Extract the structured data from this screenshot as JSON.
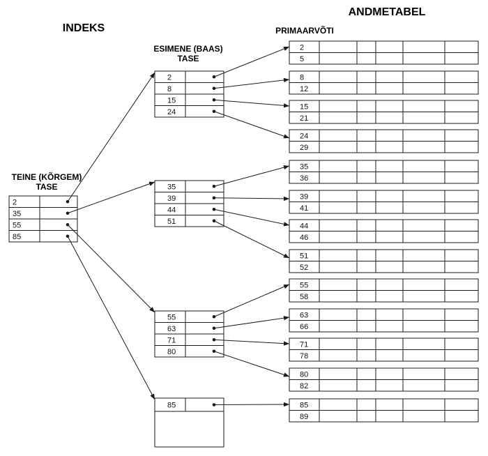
{
  "titles": {
    "index": "INDEKS",
    "table": "ANDMETABEL",
    "primary_key": "PRIMAARVÕTI",
    "base_level": [
      "ESIMENE (BAAS)",
      "TASE"
    ],
    "high_level": [
      "TEINE (KÕRGEM)",
      "TASE"
    ]
  },
  "high_level_keys": [
    "2",
    "35",
    "55",
    "85"
  ],
  "base_level_blocks": [
    [
      "2",
      "8",
      "15",
      "24"
    ],
    [
      "35",
      "39",
      "44",
      "51"
    ],
    [
      "55",
      "63",
      "71",
      "80"
    ],
    [
      "85"
    ]
  ],
  "data_table_keys": [
    [
      "2",
      "5"
    ],
    [
      "8",
      "12"
    ],
    [
      "15",
      "21"
    ],
    [
      "24",
      "29"
    ],
    [
      "35",
      "36"
    ],
    [
      "39",
      "41"
    ],
    [
      "44",
      "46"
    ],
    [
      "51",
      "52"
    ],
    [
      "55",
      "58"
    ],
    [
      "63",
      "66"
    ],
    [
      "71",
      "78"
    ],
    [
      "80",
      "82"
    ],
    [
      "85",
      "89"
    ]
  ],
  "colors": {
    "line": "#1a1a1a",
    "background": "#ffffff"
  }
}
